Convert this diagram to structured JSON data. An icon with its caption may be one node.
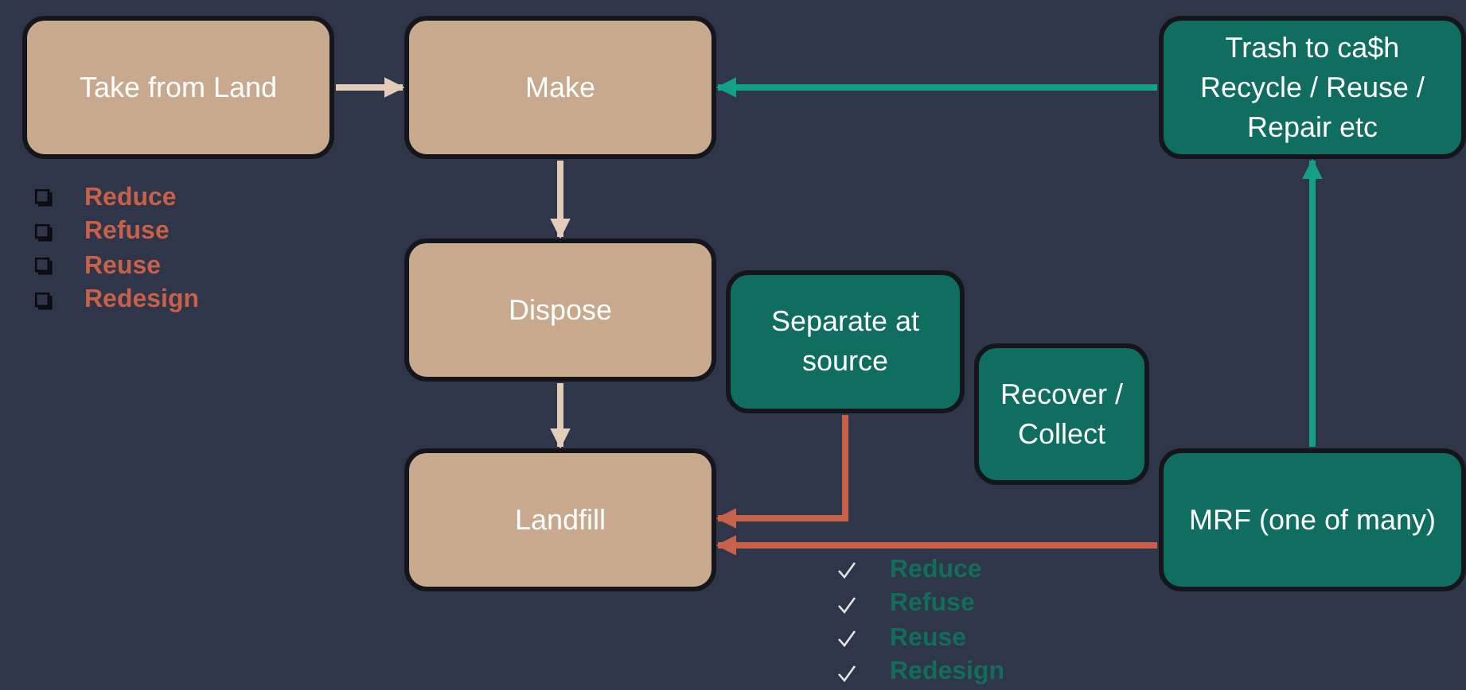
{
  "diagram": {
    "nodes": [
      {
        "text": [
          "Take from Land"
        ]
      },
      {
        "text": [
          "Make"
        ]
      },
      {
        "text": [
          "Trash to ca$h Recycle / Reuse / Repair etc"
        ]
      },
      {
        "text": [
          "Dispose"
        ]
      },
      {
        "text": [
          "Separate at source"
        ]
      },
      {
        "text": [
          "Recover / Collect"
        ]
      },
      {
        "text": [
          "Landfill"
        ]
      },
      {
        "text": [
          "MRF (one of many)"
        ]
      }
    ],
    "edges": [
      {
        "from": 0,
        "to": 1,
        "arrow": "to",
        "color": "#e3cdb8"
      },
      {
        "from": 2,
        "to": 1,
        "arrow": "to",
        "color": "#13a08a"
      },
      {
        "from": 1,
        "to": 3,
        "arrow": "to",
        "color": "#e3cdb8"
      },
      {
        "from": 3,
        "to": 6,
        "arrow": "to",
        "color": "#e3cdb8"
      },
      {
        "from": 4,
        "to": 6,
        "arrow": "to",
        "color": "#c9604a"
      },
      {
        "from": 7,
        "to": 6,
        "arrow": "to",
        "color": "#c9604a"
      },
      {
        "from": 7,
        "to": 2,
        "arrow": "to",
        "color": "#13a08a"
      }
    ],
    "labels": [
      "Reduce",
      "Refuse",
      "Reuse",
      "Redesign",
      "Reduce",
      "Refuse",
      "Reuse",
      "Redesign"
    ]
  }
}
